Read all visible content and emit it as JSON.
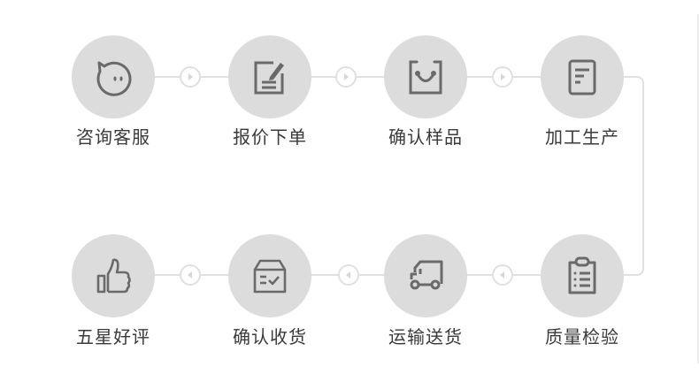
{
  "diagram": {
    "type": "process-flow",
    "colors": {
      "node_fill": "#dcdcdc",
      "icon_stroke": "#6a6a6a",
      "connector": "#e0e0e0",
      "label_text": "#3a3a3a"
    },
    "steps": [
      {
        "order": 1,
        "label": "咨询客服",
        "icon": "chat-bubble-face-icon"
      },
      {
        "order": 2,
        "label": "报价下单",
        "icon": "edit-document-icon"
      },
      {
        "order": 3,
        "label": "确认样品",
        "icon": "shopping-bag-icon"
      },
      {
        "order": 4,
        "label": "加工生产",
        "icon": "document-lines-icon"
      },
      {
        "order": 5,
        "label": "质量检验",
        "icon": "clipboard-checklist-icon"
      },
      {
        "order": 6,
        "label": "运输送货",
        "icon": "truck-icon"
      },
      {
        "order": 7,
        "label": "确认收货",
        "icon": "box-check-icon"
      },
      {
        "order": 8,
        "label": "五星好评",
        "icon": "thumbs-up-icon"
      }
    ],
    "arrows": {
      "row1_direction": "right",
      "row2_direction": "left"
    }
  }
}
